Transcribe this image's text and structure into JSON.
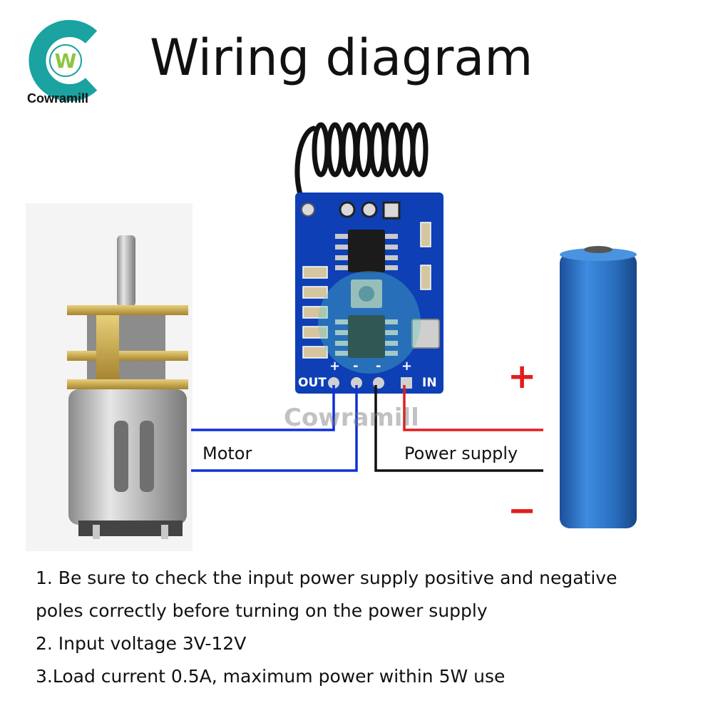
{
  "logo": {
    "brand": "Cowramill",
    "monogram": "W"
  },
  "title": "Wiring diagram",
  "board": {
    "out_label": "OUT",
    "in_label": "IN",
    "plus": "+",
    "minus": "-"
  },
  "wire_labels": {
    "motor": "Motor",
    "power": "Power supply"
  },
  "polarity": {
    "positive": "+",
    "negative": "−"
  },
  "watermark": "Cowramill",
  "notes": [
    "1. Be sure to check the input power supply positive and negative",
    "poles correctly before turning on the power supply",
    "2. Input voltage 3V-12V",
    "3.Load current 0.5A, maximum power within 5W use"
  ],
  "colors": {
    "logo_teal": "#1aa3a0",
    "logo_green": "#8cc63f",
    "pcb_blue": "#0e3fb5",
    "wire_blue": "#1030d8",
    "wire_red": "#e31d1d",
    "wire_black": "#111111",
    "battery_blue": "#2a72c8"
  }
}
